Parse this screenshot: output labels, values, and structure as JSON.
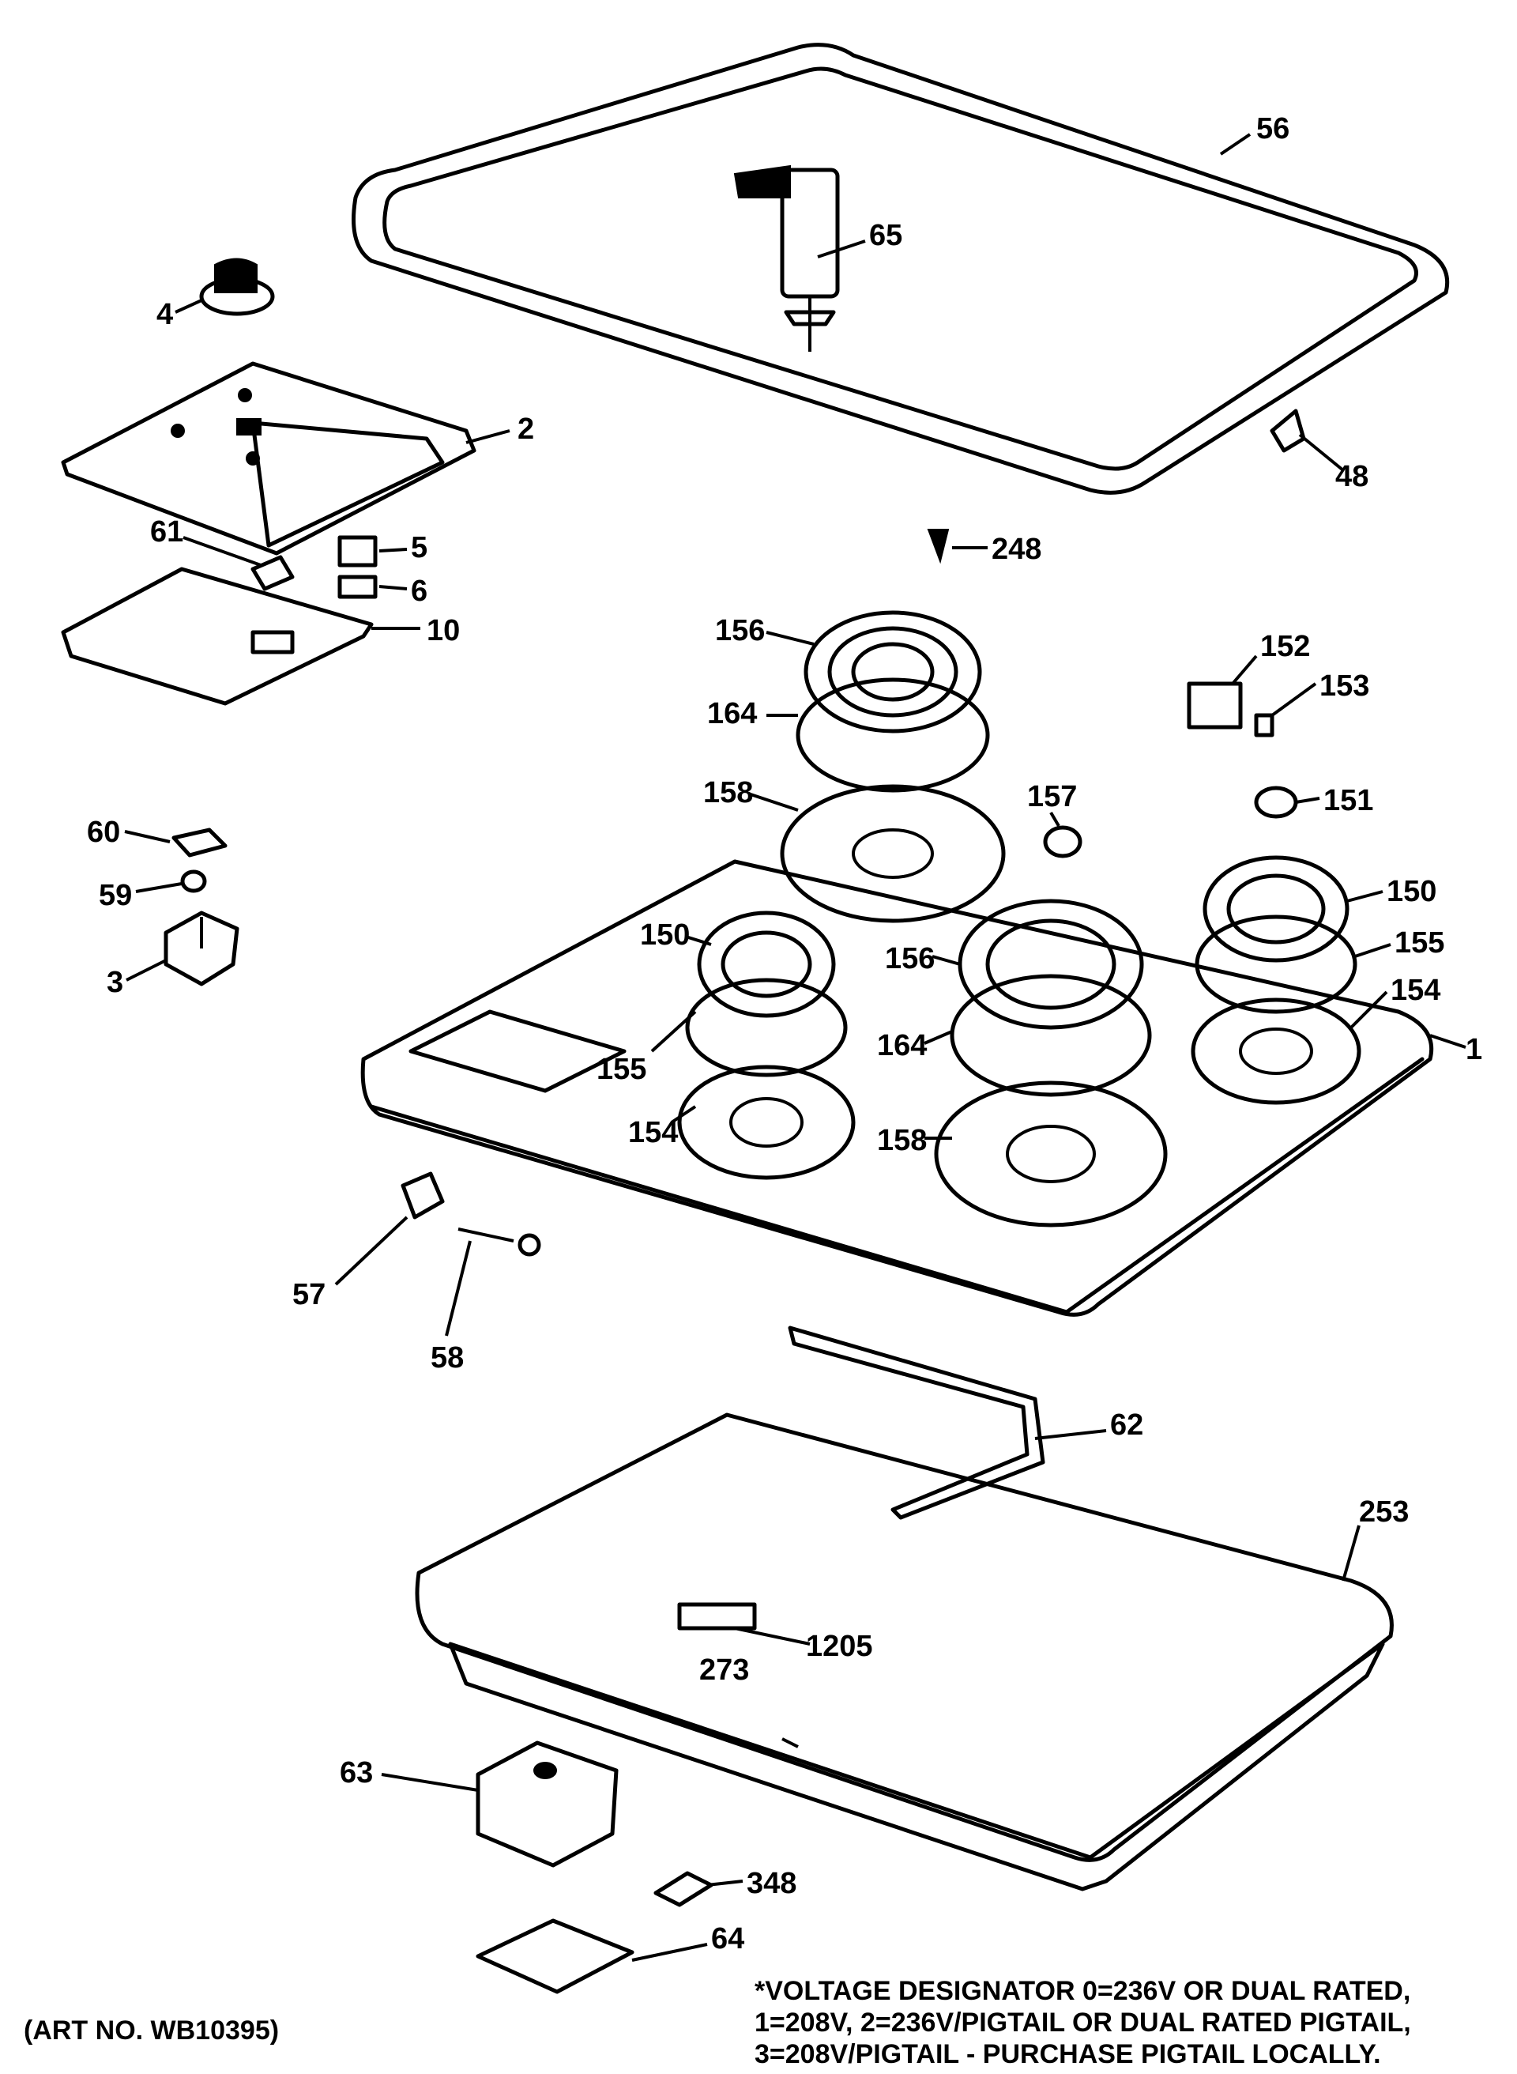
{
  "callouts": {
    "c56": "56",
    "c65": "65",
    "c4": "4",
    "c2": "2",
    "c48": "48",
    "c61": "61",
    "c5": "5",
    "c6": "6",
    "c10": "10",
    "c248": "248",
    "c156a": "156",
    "c164a": "164",
    "c158a": "158",
    "c152": "152",
    "c153": "153",
    "c157": "157",
    "c151": "151",
    "c60": "60",
    "c59": "59",
    "c3": "3",
    "c150a": "150",
    "c150b": "150",
    "c156b": "156",
    "c155a": "155",
    "c155b": "155",
    "c154a": "154",
    "c154b": "154",
    "c164b": "164",
    "c158b": "158",
    "c1": "1",
    "c57": "57",
    "c58": "58",
    "c62": "62",
    "c253": "253",
    "c273": "273",
    "c1205": "1205",
    "c63": "63",
    "c348": "348",
    "c64": "64"
  },
  "art_number": "(ART NO. WB10395)",
  "voltage_note": [
    "*VOLTAGE DESIGNATOR 0=236V OR DUAL RATED,",
    "1=208V, 2=236V/PIGTAIL OR DUAL RATED PIGTAIL,",
    "3=208V/PIGTAIL - PURCHASE PIGTAIL LOCALLY."
  ]
}
